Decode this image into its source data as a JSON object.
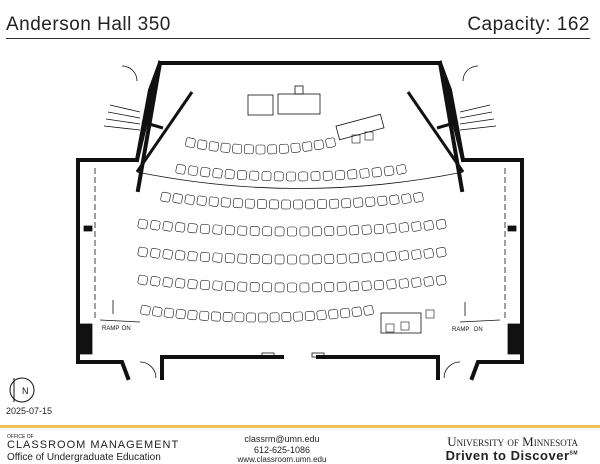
{
  "header": {
    "room": "Anderson Hall 350",
    "capacity": "Capacity: 162"
  },
  "plan": {
    "ramp_label": "RAMP",
    "down_label": "DN",
    "north_label": "N"
  },
  "date": "2025-07-15",
  "footer": {
    "office_of": "OFFICE OF",
    "dept": "CLASSROOM MANAGEMENT",
    "sub": "Office of Undergraduate Education",
    "email": "classrm@umn.edu",
    "phone": "612-625-1086",
    "website": "www.classroom.umn.edu",
    "university": "University of Minnesota",
    "tagline": "Driven to Discover",
    "tagline_mark": "SM"
  },
  "colors": {
    "accent": "#f1c05a"
  }
}
